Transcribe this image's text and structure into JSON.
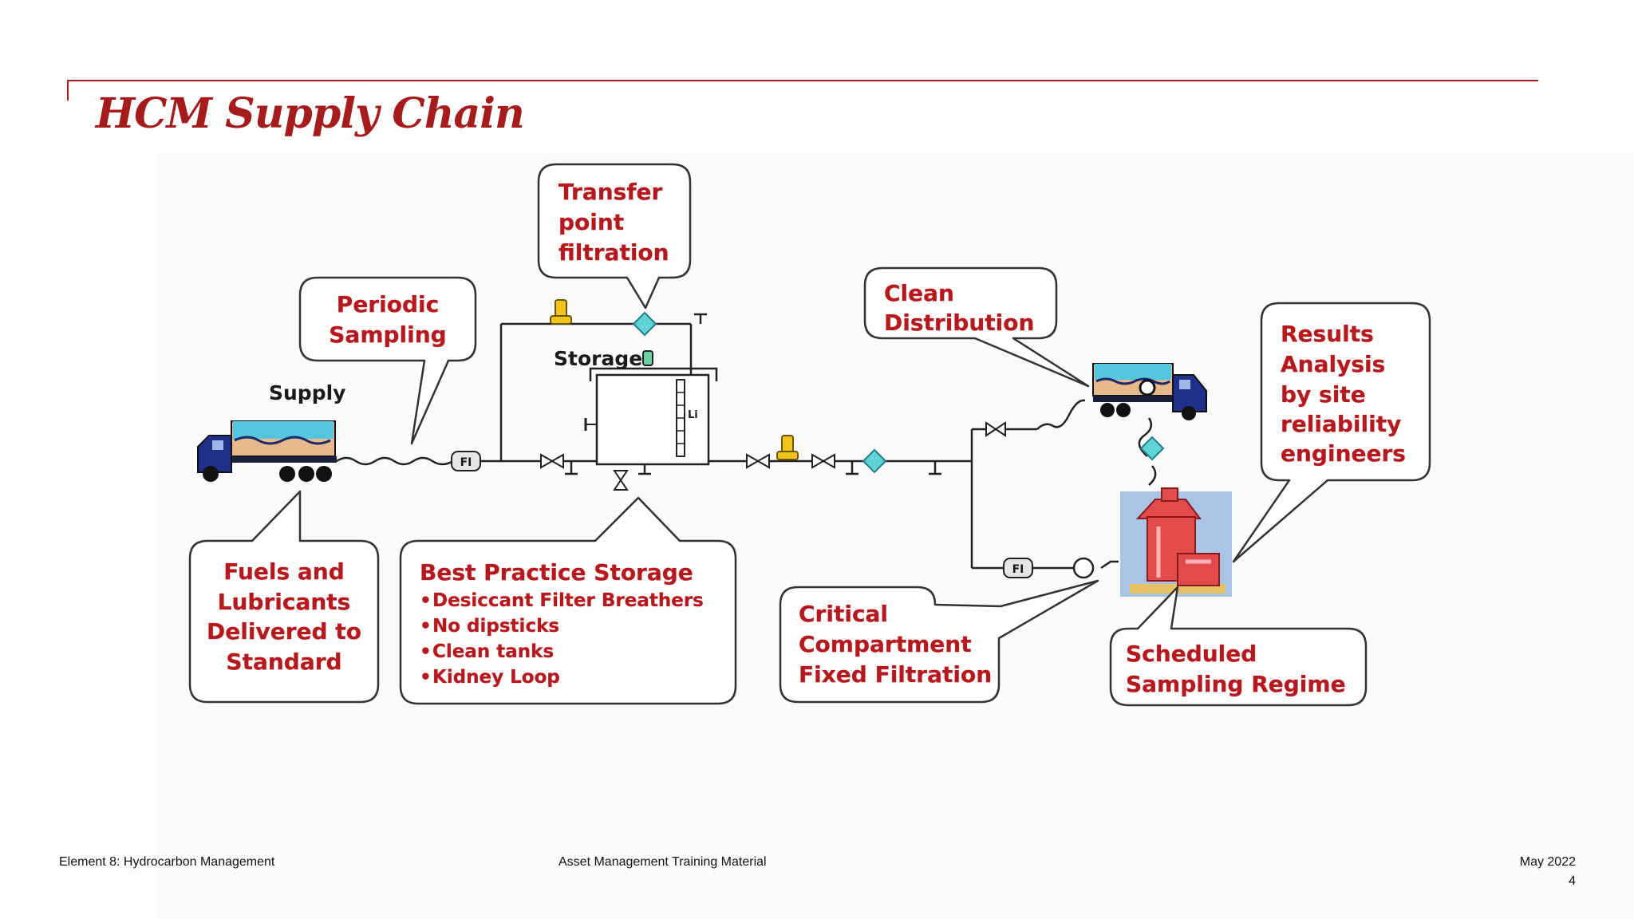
{
  "slide": {
    "title": "HCM Supply Chain"
  },
  "diagram": {
    "nodes": {
      "supply": "Supply",
      "storage": "Storage"
    },
    "instrument_tag": "FI",
    "level_tag": "Li",
    "callouts": {
      "transfer": [
        "Transfer",
        "point",
        "filtration"
      ],
      "periodic": [
        "Periodic",
        "Sampling"
      ],
      "clean": [
        "Clean",
        "Distribution"
      ],
      "results": [
        "Results",
        "Analysis",
        "by site",
        "reliability",
        "engineers"
      ],
      "fuels": [
        "Fuels and",
        "Lubricants",
        "Delivered to",
        "Standard"
      ],
      "best_practice": {
        "heading": "Best Practice Storage",
        "bullets": [
          "Desiccant Filter Breathers",
          "No dipsticks",
          "Clean tanks",
          "Kidney Loop"
        ]
      },
      "critical": [
        "Critical",
        "Compartment",
        "Fixed Filtration"
      ],
      "scheduled": [
        "Scheduled",
        "Sampling Regime"
      ]
    },
    "colors": {
      "callout_text": "#b5191e",
      "accent": "#a61c1c",
      "filter_diamond": "#5fd3d8",
      "valve_yellow": "#f0c419"
    }
  },
  "footer": {
    "left": "Element 8: Hydrocarbon Management",
    "center": "Asset Management Training Material",
    "date": "May 2022",
    "page": "4"
  }
}
